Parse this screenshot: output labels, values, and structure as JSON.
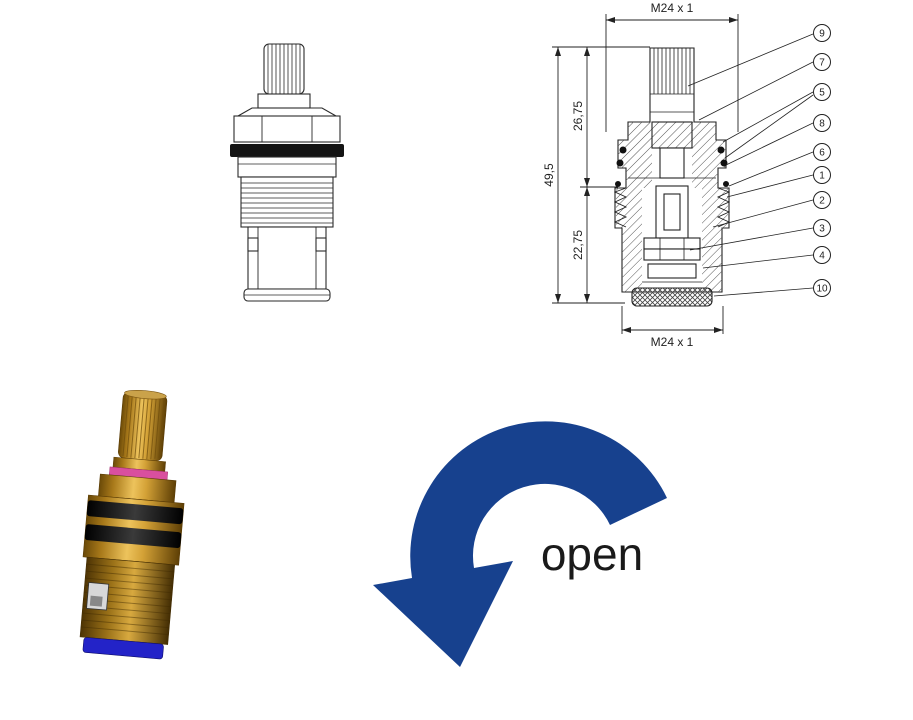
{
  "cross_section": {
    "dim_top_label": "M24 x 1",
    "dim_bottom_label": "M24 x 1",
    "dim_overall": "49,5",
    "dim_upper": "26,75",
    "dim_lower": "22,75",
    "callouts": [
      {
        "label": "9"
      },
      {
        "label": "7"
      },
      {
        "label": "5"
      },
      {
        "label": "8"
      },
      {
        "label": "6"
      },
      {
        "label": "1"
      },
      {
        "label": "2"
      },
      {
        "label": "3"
      },
      {
        "label": "4"
      },
      {
        "label": "10"
      }
    ]
  },
  "rotation": {
    "open_label": "open"
  },
  "colors": {
    "arrow_blue": "#17418e",
    "line_dark": "#222222",
    "brass_gold": "#c9962f",
    "seal_pink": "#d94f9e",
    "base_blue": "#2323c8",
    "oring_black": "#141414"
  }
}
